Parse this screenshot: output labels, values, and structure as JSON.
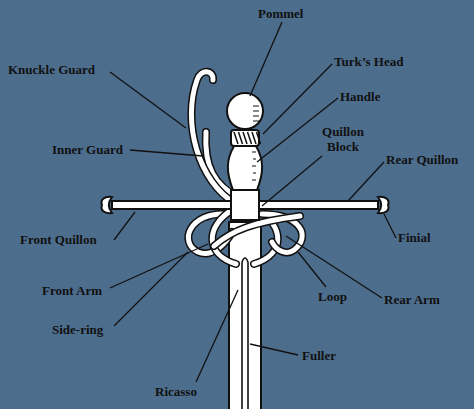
{
  "diagram": {
    "labels": [
      "Pommel",
      "Turk’s Head",
      "Handle",
      "Knuckle Guard",
      "Inner Guard",
      "Quillon Block",
      "Rear Quillon",
      "Front Quillon",
      "Finial",
      "Front Arm",
      "Loop",
      "Rear Arm",
      "Side-ring",
      "Fuller",
      "Ricasso"
    ]
  }
}
